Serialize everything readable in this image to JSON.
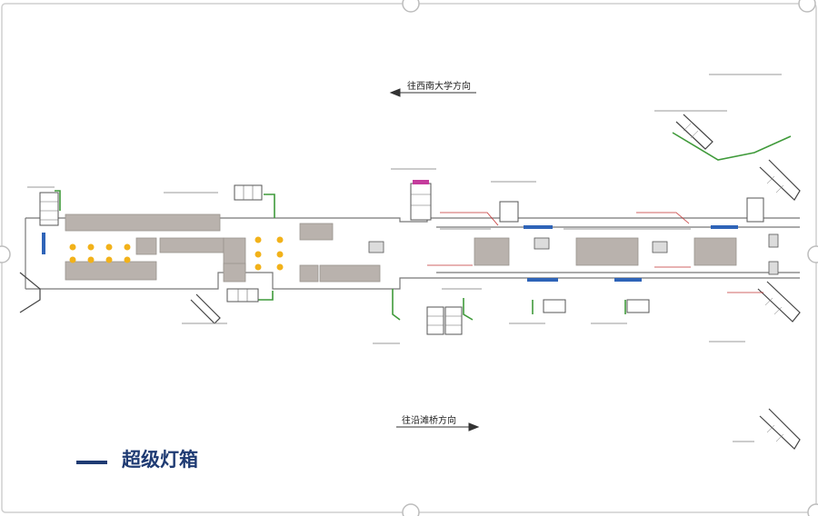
{
  "diagram": {
    "direction_top": "往西南大学方向",
    "direction_bottom": "往沿滩桥方向",
    "legend": {
      "label": "超级灯箱",
      "color": "#1f3b73"
    },
    "colors": {
      "platform": "#b9b2ad",
      "outline": "#777777",
      "exit_marker": "#f2b21a",
      "green_path": "#3f9a3a",
      "red_label": "#c33030",
      "blue_box": "#2f64b8",
      "magenta": "#c43c9c"
    }
  }
}
